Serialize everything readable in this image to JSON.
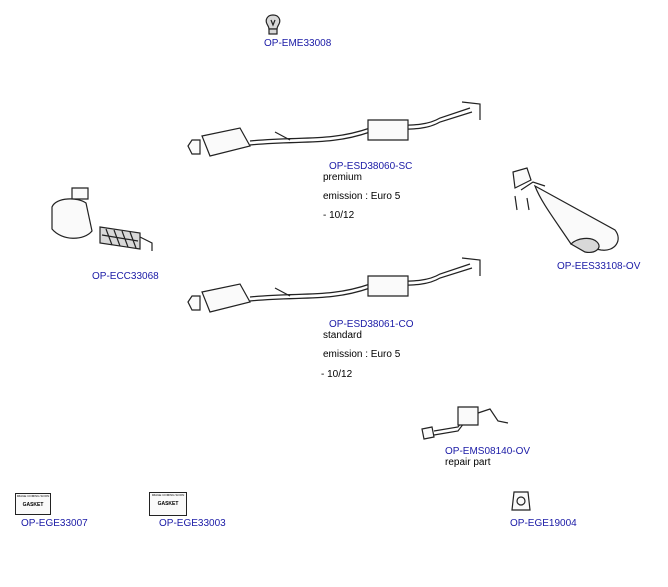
{
  "parts": [
    {
      "id": "bulb",
      "code": "OP-EME33008",
      "icon": "bulb-icon"
    },
    {
      "id": "esd-sc",
      "code": "OP-ESD38060-SC",
      "notes": [
        "premium",
        "emission : Euro 5",
        "- 10/12"
      ]
    },
    {
      "id": "ecc",
      "code": "OP-ECC33068"
    },
    {
      "id": "ees",
      "code": "OP-EES33108-OV"
    },
    {
      "id": "esd-co",
      "code": "OP-ESD38061-CO",
      "notes": [
        "standard",
        "emission : Euro 5",
        "- 10/12"
      ]
    },
    {
      "id": "ems",
      "code": "OP-EMS08140-OV",
      "notes": [
        "repair part"
      ]
    },
    {
      "id": "ege7",
      "code": "OP-EGE33007",
      "gasket_title": "IMAGE COMING SOON",
      "gasket_label": "GASKET"
    },
    {
      "id": "ege3",
      "code": "OP-EGE33003",
      "gasket_title": "IMAGE COMING SOON",
      "gasket_label": "GASKET"
    },
    {
      "id": "ege19",
      "code": "OP-EGE19004"
    }
  ],
  "colors": {
    "link": "#1a1aa6",
    "line": "#222222"
  }
}
